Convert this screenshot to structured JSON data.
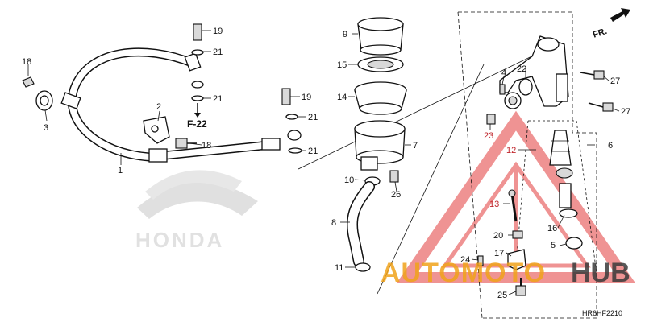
{
  "diagram": {
    "code": "HR6HF2210",
    "fr_label": "FR.",
    "ref_label": "F-22",
    "brand_text": "HONDA"
  },
  "watermark": {
    "part1": "AUTOMOTO",
    "part2": "HUB",
    "color_main": "#f0a21a",
    "color_hub": "#3a3a3a",
    "color_triangle": "#e23b3b"
  },
  "callouts": [
    {
      "id": "c1",
      "text": "1"
    },
    {
      "id": "c2",
      "text": "2"
    },
    {
      "id": "c3",
      "text": "3"
    },
    {
      "id": "c4",
      "text": "4"
    },
    {
      "id": "c5",
      "text": "5"
    },
    {
      "id": "c6",
      "text": "6"
    },
    {
      "id": "c7",
      "text": "7"
    },
    {
      "id": "c8",
      "text": "8"
    },
    {
      "id": "c9",
      "text": "9"
    },
    {
      "id": "c10",
      "text": "10"
    },
    {
      "id": "c11",
      "text": "11"
    },
    {
      "id": "c12",
      "text": "12"
    },
    {
      "id": "c13",
      "text": "13"
    },
    {
      "id": "c14",
      "text": "14"
    },
    {
      "id": "c15",
      "text": "15"
    },
    {
      "id": "c16",
      "text": "16"
    },
    {
      "id": "c17",
      "text": "17"
    },
    {
      "id": "c18a",
      "text": "18"
    },
    {
      "id": "c18b",
      "text": "18"
    },
    {
      "id": "c19a",
      "text": "19"
    },
    {
      "id": "c19b",
      "text": "19"
    },
    {
      "id": "c20",
      "text": "20"
    },
    {
      "id": "c21a",
      "text": "21"
    },
    {
      "id": "c21b",
      "text": "21"
    },
    {
      "id": "c21c",
      "text": "21"
    },
    {
      "id": "c21d",
      "text": "21"
    },
    {
      "id": "c22",
      "text": "22"
    },
    {
      "id": "c23",
      "text": "23"
    },
    {
      "id": "c24",
      "text": "24"
    },
    {
      "id": "c25",
      "text": "25"
    },
    {
      "id": "c26",
      "text": "26"
    },
    {
      "id": "c27a",
      "text": "27"
    },
    {
      "id": "c27b",
      "text": "27"
    }
  ]
}
